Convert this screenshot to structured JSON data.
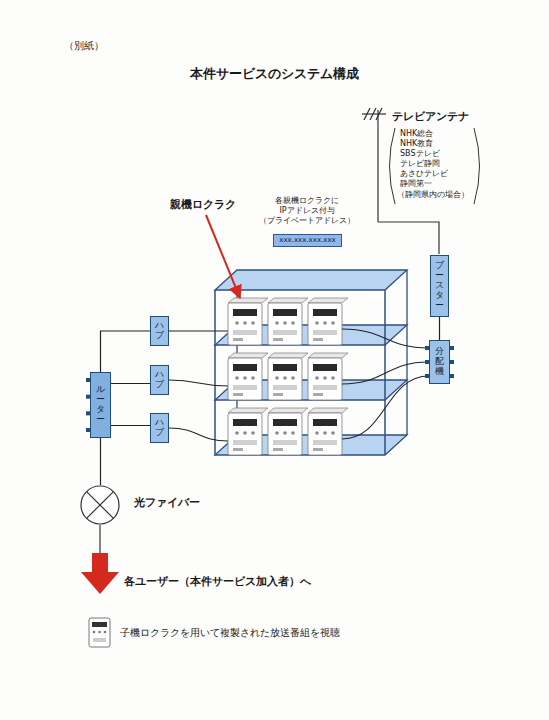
{
  "diagram": {
    "title": "本件サービスのシステム構成",
    "nodes": [
      {
        "text": [
          "xxx.xxx.xxx.xxx"
        ]
      },
      {
        "text": [
          "ブースター"
        ]
      },
      {
        "text": [
          "分配機"
        ]
      },
      {
        "text": [
          "ルーター"
        ]
      },
      {
        "text": [
          "ハブ"
        ]
      },
      {
        "text": [
          "ハブ"
        ]
      },
      {
        "text": [
          "ハブ"
        ]
      },
      {
        "text": [
          "光ファイバー"
        ]
      }
    ],
    "edges": [
      {
        "from": 1,
        "to": 2,
        "arrow": "none"
      },
      {
        "from": 3,
        "to": 4,
        "arrow": "none"
      },
      {
        "from": 3,
        "to": 5,
        "arrow": "none"
      },
      {
        "from": 3,
        "to": 6,
        "arrow": "none"
      },
      {
        "from": 3,
        "to": 7,
        "arrow": "none"
      }
    ],
    "labels": [
      "（別紙）",
      "テレビアンテナ",
      "NHK総合",
      "NHK教育",
      "SBSテレビ",
      "テレビ静岡",
      "あさひテレビ",
      "静岡第一",
      "（静岡県内の場合）",
      "親機ロクラク",
      "各親機ロクラクに IPアドレス付与 （プライベートアドレス）",
      "各ユーザー（本件サービス加入者）へ",
      "子機ロクラクを用いて複製された放送番組を視聴"
    ]
  }
}
